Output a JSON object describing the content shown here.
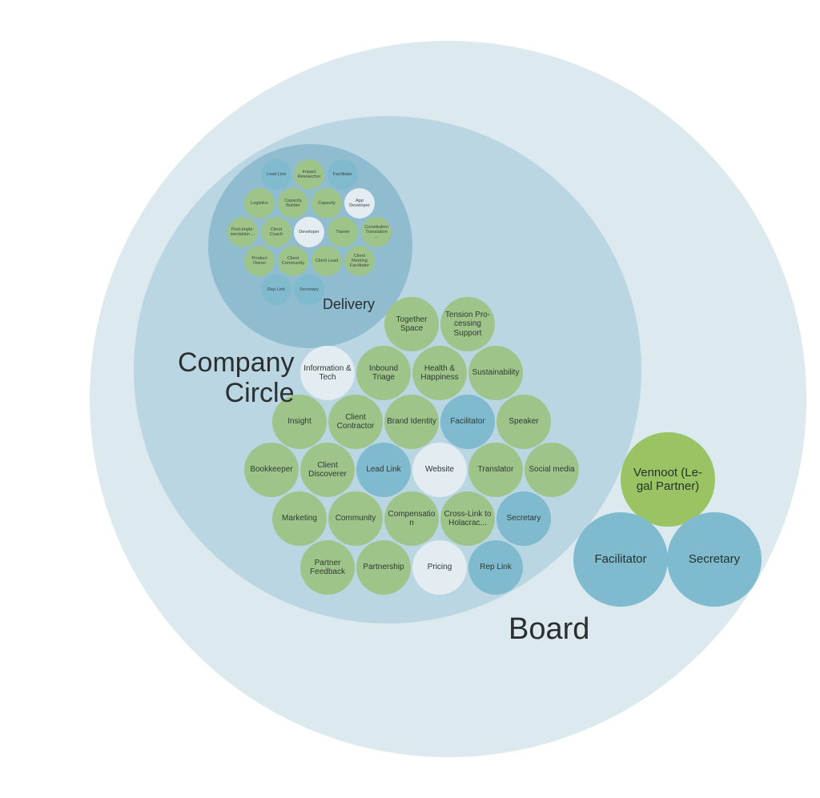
{
  "colors": {
    "board_circle": "#dce9ef",
    "company_circle": "#b9d6e2",
    "delivery_circle": "#8fbccf",
    "role_green": "#9fc48a",
    "role_blue": "#7fbacf",
    "role_white": "#e2ecf1",
    "vennoot_green": "#9ac363"
  },
  "circles": {
    "board_label": "Board",
    "company_label_line1": "Company",
    "company_label_line2": "Circle",
    "delivery_label": "Delivery"
  },
  "delivery_roles": [
    {
      "label": "Lead Link",
      "color": "blue"
    },
    {
      "label": "Impact Researcher",
      "color": "green"
    },
    {
      "label": "Facilitator",
      "color": "blue"
    },
    {
      "label": "Logistics",
      "color": "green"
    },
    {
      "label": "Capacity Builder",
      "color": "green"
    },
    {
      "label": "Capacity",
      "color": "green"
    },
    {
      "label": "App Developer",
      "color": "white"
    },
    {
      "label": "Post-Imple-mentation ...",
      "color": "green"
    },
    {
      "label": "Client Coach",
      "color": "green"
    },
    {
      "label": "Developer",
      "color": "white"
    },
    {
      "label": "Trainer",
      "color": "green"
    },
    {
      "label": "Constitution Translation ...",
      "color": "green"
    },
    {
      "label": "Product Owner",
      "color": "green"
    },
    {
      "label": "Client Community",
      "color": "green"
    },
    {
      "label": "Client Lead",
      "color": "green"
    },
    {
      "label": "Client Meeting Facilitator",
      "color": "green"
    },
    {
      "label": "Rep Link",
      "color": "blue"
    },
    {
      "label": "Secretary",
      "color": "blue"
    }
  ],
  "company_roles": [
    {
      "label": "Together Space",
      "color": "green"
    },
    {
      "label": "Tension Pro-cessing Support",
      "color": "green"
    },
    {
      "label": "Information & Tech",
      "color": "white"
    },
    {
      "label": "Inbound Triage",
      "color": "green"
    },
    {
      "label": "Health & Happiness",
      "color": "green"
    },
    {
      "label": "Sustainability",
      "color": "green"
    },
    {
      "label": "Insight",
      "color": "green"
    },
    {
      "label": "Client Contractor",
      "color": "green"
    },
    {
      "label": "Brand Identity",
      "color": "green"
    },
    {
      "label": "Facilitator",
      "color": "blue"
    },
    {
      "label": "Speaker",
      "color": "green"
    },
    {
      "label": "Bookkeeper",
      "color": "green"
    },
    {
      "label": "Client Discoverer",
      "color": "green"
    },
    {
      "label": "Lead Link",
      "color": "blue"
    },
    {
      "label": "Website",
      "color": "white"
    },
    {
      "label": "Translator",
      "color": "green"
    },
    {
      "label": "Social media",
      "color": "green"
    },
    {
      "label": "Marketing",
      "color": "green"
    },
    {
      "label": "Community",
      "color": "green"
    },
    {
      "label": "Compensatio n",
      "color": "green"
    },
    {
      "label": "Cross-Link to Holacrac...",
      "color": "green"
    },
    {
      "label": "Secretary",
      "color": "blue"
    },
    {
      "label": "Partner Feedback",
      "color": "green"
    },
    {
      "label": "Partnership",
      "color": "green"
    },
    {
      "label": "Pricing",
      "color": "white"
    },
    {
      "label": "Rep Link",
      "color": "blue"
    }
  ],
  "board_roles": [
    {
      "label": "Vennoot (Le-gal Partner)",
      "color": "vennoot"
    },
    {
      "label": "Facilitator",
      "color": "blue"
    },
    {
      "label": "Secretary",
      "color": "blue"
    }
  ]
}
